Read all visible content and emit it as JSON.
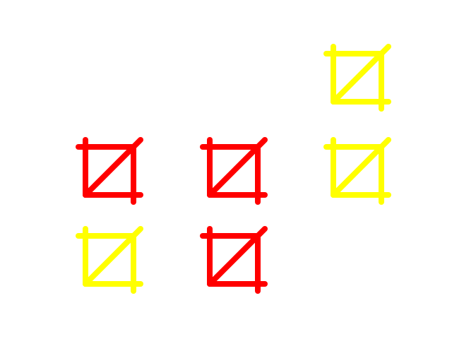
{
  "colors": {
    "background": "#ffffff",
    "red": "#ff0000",
    "yellow": "#ffff00"
  },
  "grid": {
    "columns": 3,
    "rows": 3
  },
  "icons": [
    {
      "name": "crop-icon",
      "color": "yellow",
      "col": 3,
      "row": 1
    },
    {
      "name": "crop-icon",
      "color": "red",
      "col": 1,
      "row": 2
    },
    {
      "name": "crop-icon",
      "color": "red",
      "col": 2,
      "row": 2
    },
    {
      "name": "crop-icon",
      "color": "yellow",
      "col": 3,
      "row": 2
    },
    {
      "name": "crop-icon",
      "color": "yellow",
      "col": 1,
      "row": 3
    },
    {
      "name": "crop-icon",
      "color": "red",
      "col": 2,
      "row": 3
    }
  ]
}
